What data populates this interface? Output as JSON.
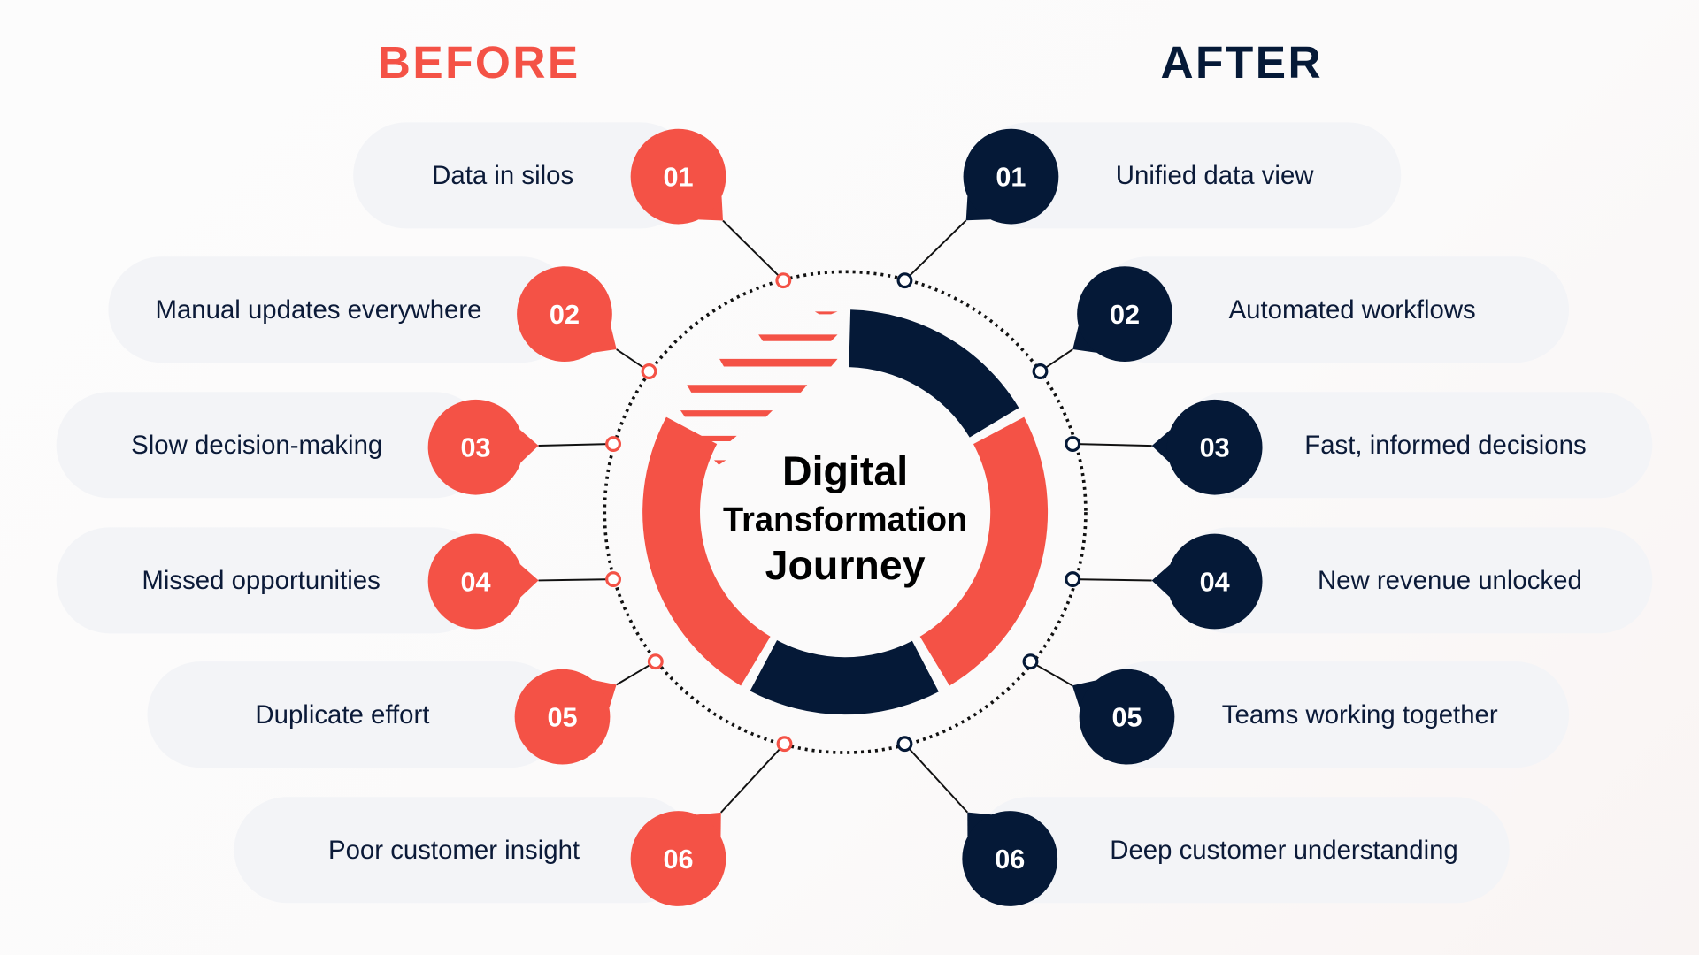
{
  "colors": {
    "before": "#F45246",
    "after": "#051937",
    "pill": "#F3F4F7",
    "text": "#0B1A38"
  },
  "before": {
    "title": "BEFORE",
    "items": [
      {
        "num": "01",
        "label": "Data in silos"
      },
      {
        "num": "02",
        "label": "Manual updates everywhere"
      },
      {
        "num": "03",
        "label": "Slow decision-making"
      },
      {
        "num": "04",
        "label": "Missed opportunities"
      },
      {
        "num": "05",
        "label": "Duplicate effort"
      },
      {
        "num": "06",
        "label": "Poor customer insight"
      }
    ]
  },
  "after": {
    "title": "AFTER",
    "items": [
      {
        "num": "01",
        "label": "Unified data view"
      },
      {
        "num": "02",
        "label": "Automated workflows"
      },
      {
        "num": "03",
        "label": "Fast, informed decisions"
      },
      {
        "num": "04",
        "label": "New revenue unlocked"
      },
      {
        "num": "05",
        "label": "Teams working together"
      },
      {
        "num": "06",
        "label": "Deep customer understanding"
      }
    ]
  },
  "center": {
    "line1": "Digital",
    "line2": "Transformation",
    "line3": "Journey"
  }
}
